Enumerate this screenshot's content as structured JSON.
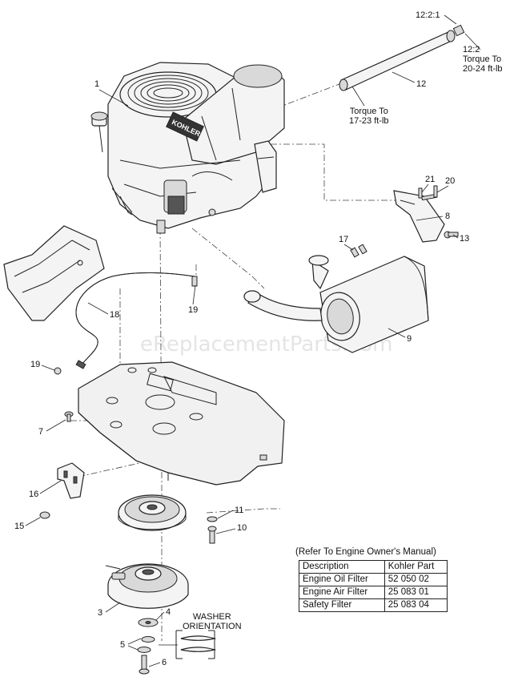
{
  "watermark": "eReplacementParts.com",
  "callouts": {
    "c1": "1",
    "c3": "3",
    "c4": "4",
    "c5": "5",
    "c6": "6",
    "c7": "7",
    "c8": "8",
    "c9": "9",
    "c10": "10",
    "c11": "11",
    "c12": "12",
    "c13": "13",
    "c15": "15",
    "c16": "16",
    "c17": "17",
    "c18": "18",
    "c19a": "19",
    "c19b": "19",
    "c20": "20",
    "c21": "21",
    "c12_2_1": "12:2:1"
  },
  "torque_notes": {
    "upper_id": "12:2",
    "upper_line1": "Torque To",
    "upper_line2": "20-24 ft-lb",
    "middle_line1": "Torque To",
    "middle_line2": "17-23 ft-lb"
  },
  "washer": {
    "line1": "WASHER",
    "line2": "ORIENTATION"
  },
  "engine_brand": "KOHLER",
  "manual_note": "(Refer To Engine Owner's Manual)",
  "filter_table": {
    "headers": [
      "Description",
      "Kohler Part"
    ],
    "rows": [
      [
        "Engine Oil Filter",
        "52 050 02"
      ],
      [
        "Engine Air Filter",
        "25 083 01"
      ],
      [
        "Safety Filter",
        "25 083 04"
      ]
    ]
  }
}
